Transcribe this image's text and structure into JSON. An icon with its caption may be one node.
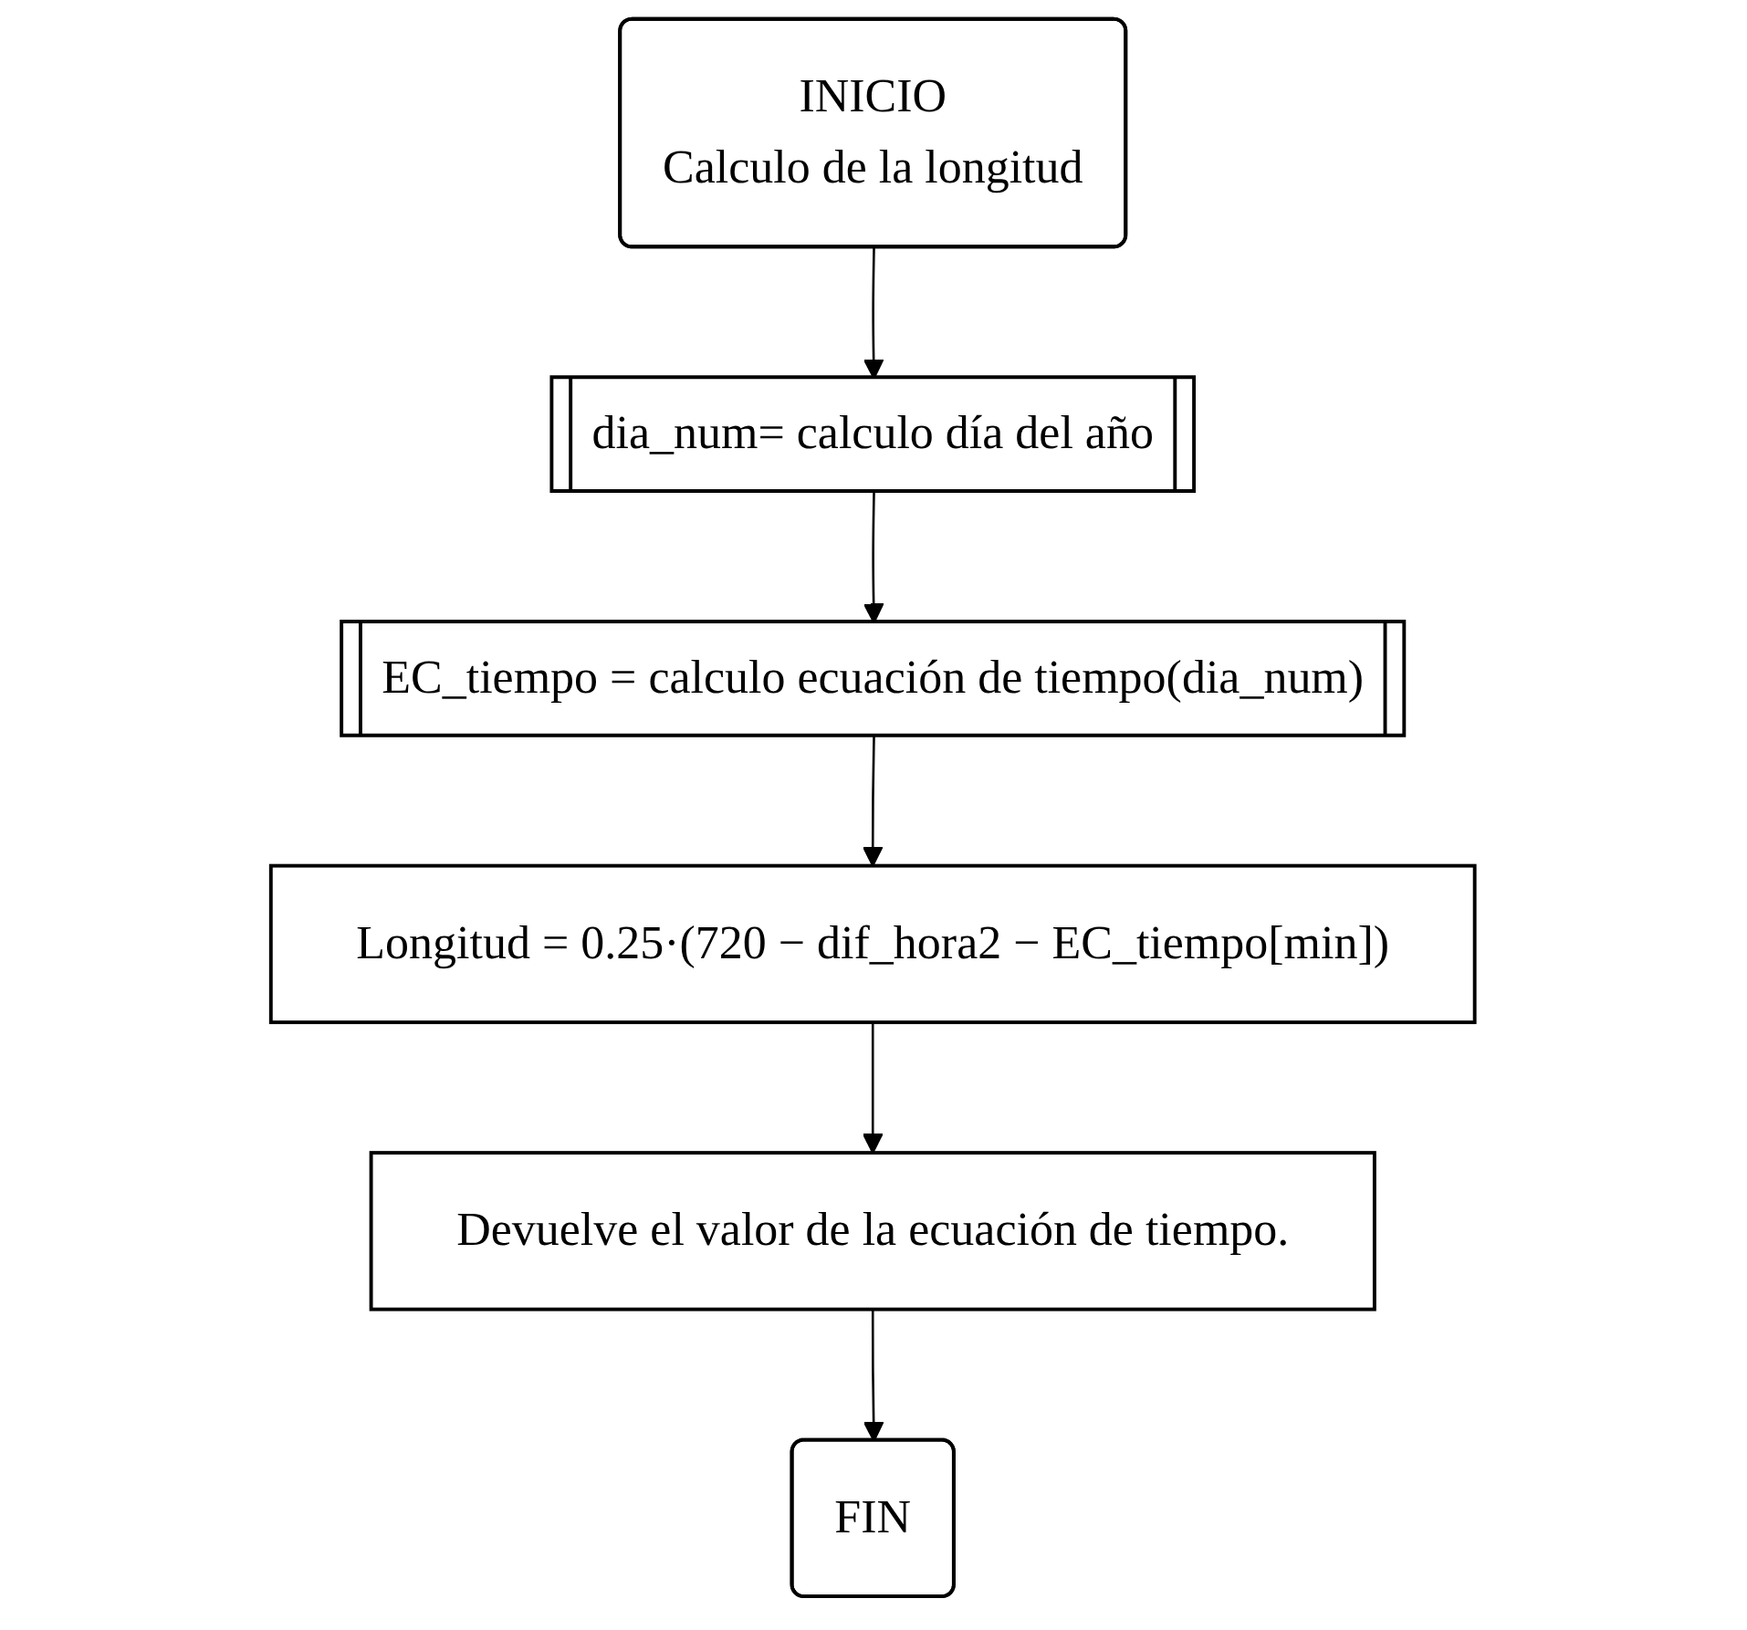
{
  "diagram": {
    "nodes": [
      {
        "text": [
          "INICIO",
          "Calculo de la longitud"
        ]
      },
      {
        "text": [
          "dia_num= calculo día del año"
        ]
      },
      {
        "text": [
          "EC_tiempo = calculo ecuación de tiempo(dia_num)"
        ]
      },
      {
        "text": [
          "Longitud = 0.25·(720 − dif_hora2 − EC_tiempo[min])"
        ]
      },
      {
        "text": [
          "Devuelve el valor de la ecuación de tiempo."
        ]
      },
      {
        "text": [
          "FIN"
        ]
      }
    ],
    "edges": [
      {
        "from": 0,
        "to": 1,
        "arrow": "to"
      },
      {
        "from": 1,
        "to": 2,
        "arrow": "to"
      },
      {
        "from": 2,
        "to": 3,
        "arrow": "to"
      },
      {
        "from": 3,
        "to": 4,
        "arrow": "to"
      },
      {
        "from": 4,
        "to": 5,
        "arrow": "to"
      }
    ]
  }
}
